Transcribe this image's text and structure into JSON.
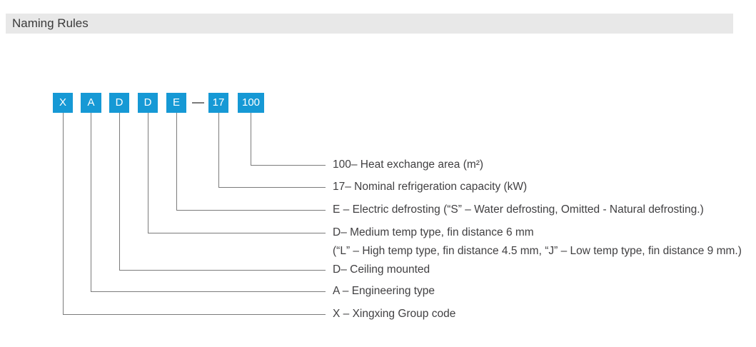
{
  "header": {
    "title": "Naming Rules"
  },
  "diagram": {
    "code_boxes": [
      {
        "label": "X"
      },
      {
        "label": "A"
      },
      {
        "label": "D"
      },
      {
        "label": "D"
      },
      {
        "label": "E"
      },
      {
        "label": "17"
      },
      {
        "label": "100"
      }
    ],
    "separator": "—",
    "legend": [
      {
        "text": "100– Heat exchange area (m²)"
      },
      {
        "text": "17– Nominal refrigeration capacity (kW)"
      },
      {
        "text": "E – Electric defrosting (“S” – Water defrosting, Omitted - Natural defrosting.)"
      },
      {
        "text": "D– Medium temp type, fin distance 6 mm",
        "note": "(“L” – High temp type, fin distance 4.5 mm, “J” – Low temp type, fin distance 9 mm.)"
      },
      {
        "text": "D– Ceiling mounted"
      },
      {
        "text": "A – Engineering type"
      },
      {
        "text": "X – Xingxing Group code"
      }
    ],
    "colors": {
      "box_blue": "#1699d5",
      "line_gray": "#7b7b7b",
      "header_bg": "#e8e8e8",
      "title_color": "#3a3a3a",
      "text_dark": "#414042"
    }
  }
}
